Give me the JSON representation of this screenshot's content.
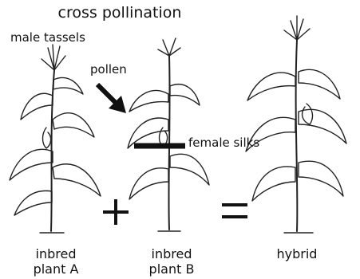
{
  "diagram": {
    "title": "cross pollination",
    "labels": {
      "male_tassels": "male tassels",
      "pollen": "pollen",
      "female_silks": "female silks"
    },
    "operators": {
      "plus": "+",
      "equals": "="
    },
    "plants": [
      {
        "line1": "inbred",
        "line2": "plant A"
      },
      {
        "line1": "inbred",
        "line2": "plant B"
      },
      {
        "line1": "hybrid",
        "line2": ""
      }
    ],
    "colors": {
      "ink": "#111111",
      "background": "#ffffff"
    }
  }
}
